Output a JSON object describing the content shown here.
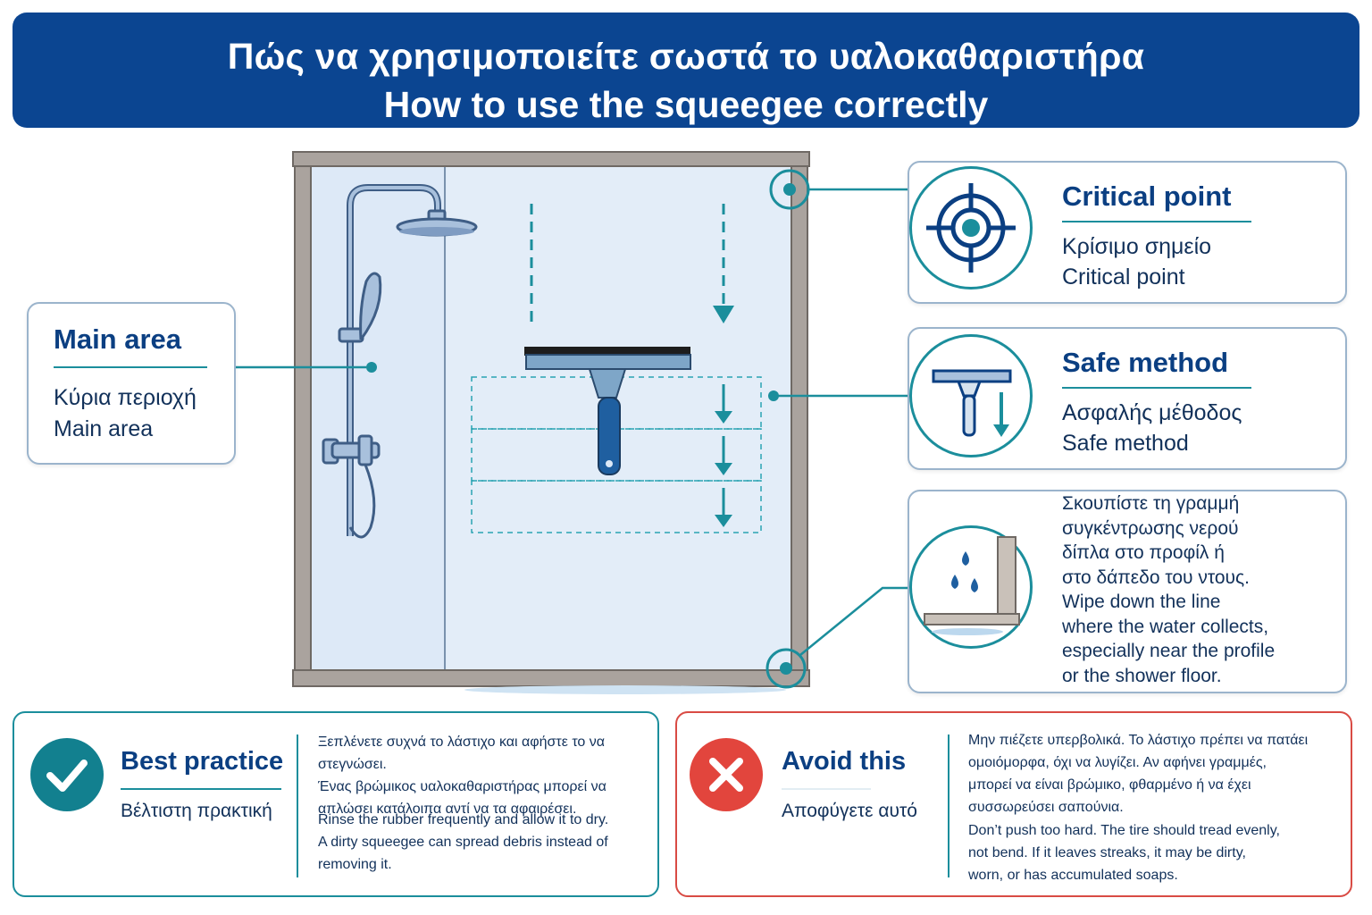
{
  "header": {
    "title_greek": "Πώς να χρησιμοποιείτε σωστά το υαλοκαθαριστήρα",
    "title_english": "How to use the squeegee correctly"
  },
  "main_area": {
    "title": "Main area",
    "line1": "Κύρια περιοχή",
    "line2": "Main area"
  },
  "critical_point": {
    "title": "Critical point",
    "line1": "Κρίσιμο σημείο",
    "line2": "Critical point",
    "icon": "crosshair-target-icon"
  },
  "safe_method": {
    "title": "Safe method",
    "line1": "Ασφαλής μέθοδος",
    "line2": "Safe method",
    "icon": "squeegee-down-arrow-icon"
  },
  "water_line": {
    "icon": "water-drops-profile-icon",
    "lines": [
      "Σκουπίστε τη γραμμή",
      "συγκέντρωσης νερού",
      "δίπλα στο προφίλ ή",
      "στο δάπεδο του ντους.",
      "Wipe down the line",
      "where the water collects,",
      "especially near the profile",
      "or the shower floor."
    ]
  },
  "best_practice": {
    "title": "Best practice",
    "subtitle": "Βέλτιστη πρακτική",
    "icon": "check-icon",
    "greek_lines": [
      "Ξεπλένετε συχνά το λάστιχο και αφήστε το να στεγνώσει.",
      "Ένας βρώμικος υαλοκαθαριστήρας μπορεί να",
      "απλώσει κατάλοιπα αντί να τα αφαιρέσει."
    ],
    "english_lines": [
      "Rinse the rubber frequently and allow it to dry.",
      "A dirty squeegee can spread debris instead of",
      "removing it."
    ]
  },
  "avoid_this": {
    "title": "Avoid this",
    "subtitle": "Αποφύγετε αυτό",
    "icon": "x-icon",
    "greek_lines": [
      "Μην πιέζετε υπερβολικά. Το λάστιχο πρέπει να πατάει",
      "ομοιόμορφα, όχι να λυγίζει. Αν αφήνει γραμμές,",
      "μπορεί να είναι βρώμικο, φθαρμένο ή να έχει",
      "συσσωρεύσει σαπούνια."
    ],
    "english_lines": [
      "Don’t push too hard. The tire should tread evenly,",
      "not bend. If it leaves streaks, it may be dirty,",
      "worn, or has accumulated soaps."
    ]
  },
  "colors": {
    "header_blue": "#0b4591",
    "title_blue": "#0b3f82",
    "teal": "#1b8e9c",
    "check_green": "#12808f",
    "alert_red": "#e2453d",
    "frame_grey": "#aaa39e"
  }
}
